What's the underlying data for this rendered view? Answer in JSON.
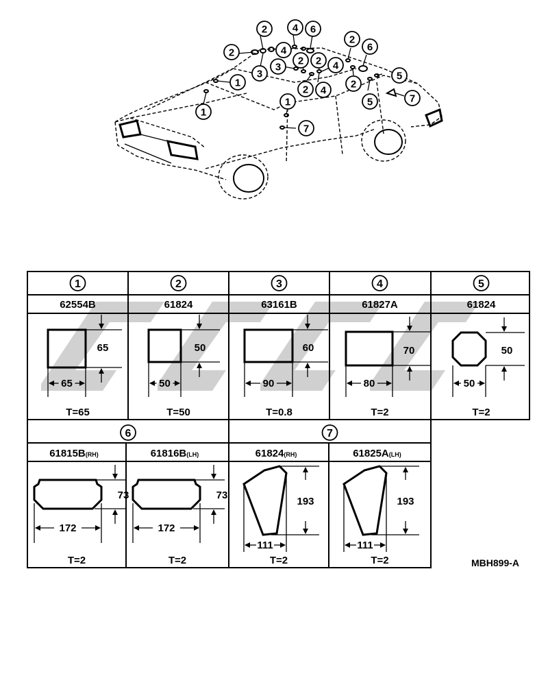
{
  "drawing_code": "MBH899-A",
  "car_callouts": [
    "1",
    "2",
    "3",
    "4",
    "5",
    "6",
    "7"
  ],
  "columns": [
    {
      "num": "1",
      "part": "62554B",
      "w": "65",
      "h": "65",
      "t": "T=65"
    },
    {
      "num": "2",
      "part": "61824",
      "w": "50",
      "h": "50",
      "t": "T=50"
    },
    {
      "num": "3",
      "part": "63161B",
      "w": "90",
      "h": "60",
      "t": "T=0.8"
    },
    {
      "num": "4",
      "part": "61827A",
      "w": "80",
      "h": "70",
      "t": "T=2"
    },
    {
      "num": "5",
      "part": "61824",
      "w": "50",
      "h": "50",
      "t": "T=2"
    }
  ],
  "row2": [
    {
      "num": "6",
      "part_rh": "61815B",
      "side_rh": "(RH)",
      "part_lh": "61816B",
      "side_lh": "(LH)",
      "w": "172",
      "h": "73",
      "t": "T=2"
    },
    {
      "num": "7",
      "part_rh": "61824",
      "side_rh": "(RH)",
      "part_lh": "61825A",
      "side_lh": "(LH)",
      "w": "111",
      "h": "193",
      "t": "T=2"
    }
  ]
}
